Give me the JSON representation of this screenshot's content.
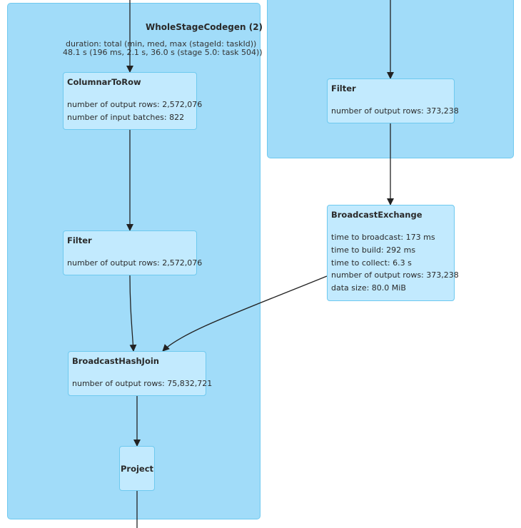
{
  "clusters": {
    "whole_stage": {
      "title": "WholeStageCodegen (2)",
      "duration_header": "duration: total (min, med, max (stageId: taskId))",
      "duration_value": "48.1 s (196 ms, 2.1 s, 36.0 s (stage 5.0: task 504))"
    }
  },
  "nodes": {
    "columnar_to_row": {
      "name": "ColumnarToRow",
      "metrics": [
        "number of output rows: 2,572,076",
        "number of input batches: 822"
      ]
    },
    "filter_left": {
      "name": "Filter",
      "metrics": [
        "number of output rows: 2,572,076"
      ]
    },
    "broadcast_hash_join": {
      "name": "BroadcastHashJoin",
      "metrics": [
        "number of output rows: 75,832,721"
      ]
    },
    "project": {
      "name": "Project"
    },
    "filter_right": {
      "name": "Filter",
      "metrics": [
        "number of output rows: 373,238"
      ]
    },
    "broadcast_exchange": {
      "name": "BroadcastExchange",
      "metrics": [
        "time to broadcast: 173 ms",
        "time to build: 292 ms",
        "time to collect: 6.3 s",
        "number of output rows: 373,238",
        "data size: 80.0 MiB"
      ]
    }
  }
}
